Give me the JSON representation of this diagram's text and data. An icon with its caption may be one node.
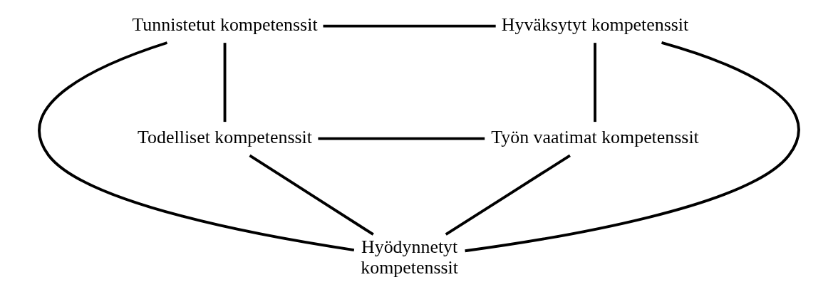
{
  "diagram": {
    "nodes": [
      {
        "text": [
          "Tunnistetut kompetenssit"
        ]
      },
      {
        "text": [
          "Hyväksytyt kompetenssit"
        ]
      },
      {
        "text": [
          "Hyödynnetyt kompetenssit"
        ]
      },
      {
        "text": [
          "Todelliset kompetenssit"
        ]
      },
      {
        "text": [
          "Työn vaatimat kompetenssit"
        ]
      }
    ],
    "edges": [
      {
        "from": 0,
        "to": 1,
        "arrow": "none"
      },
      {
        "from": 0,
        "to": 3,
        "arrow": "none"
      },
      {
        "from": 0,
        "to": 2,
        "arrow": "none"
      },
      {
        "from": 1,
        "to": 2,
        "arrow": "none"
      },
      {
        "from": 1,
        "to": 4,
        "arrow": "none"
      },
      {
        "from": 3,
        "to": 2,
        "arrow": "none"
      },
      {
        "from": 4,
        "to": 2,
        "arrow": "none"
      },
      {
        "from": 3,
        "to": 4,
        "arrow": "none"
      }
    ]
  }
}
